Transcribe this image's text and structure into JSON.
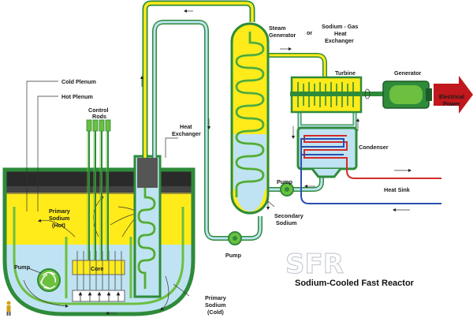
{
  "colors": {
    "green_dark": "#2e8b3a",
    "green": "#6cbf3f",
    "yellow": "#ffeb1a",
    "light_blue": "#bfe3f2",
    "hot_line": "#d42a2a",
    "cold_line": "#2a4fb0",
    "arrow_red": "#c0181c"
  },
  "labels": {
    "cold_plenum": "Cold Plenum",
    "hot_plenum": "Hot Plenum",
    "control_rods_1": "Control",
    "control_rods_2": "Rods",
    "heat_exchanger_1": "Heat",
    "heat_exchanger_2": "Exchanger",
    "steam_generator_1": "Steam",
    "steam_generator_2": "Generator",
    "or": "or",
    "sodium_gas_1": "Sodium - Gas",
    "sodium_gas_2": "Heat",
    "sodium_gas_3": "Exchanger",
    "turbine": "Turbine",
    "generator": "Generator",
    "electrical_power_1": "Electrical",
    "electrical_power_2": "Power",
    "condenser": "Condenser",
    "heat_sink": "Heat Sink",
    "primary_sodium_hot_1": "Primary",
    "primary_sodium_hot_2": "Sodium",
    "primary_sodium_hot_3": "(Hot)",
    "pump_vessel": "Pump",
    "core": "Core",
    "pump_secondary": "Pump",
    "pump_steam": "Pump",
    "secondary_sodium_1": "Secondary",
    "secondary_sodium_2": "Sodium",
    "primary_sodium_cold_1": "Primary",
    "primary_sodium_cold_2": "Sodium",
    "primary_sodium_cold_3": "(Cold)",
    "sfr_logo": "SFR",
    "title": "Sodium-Cooled Fast Reactor"
  },
  "icons": [
    "pump-icon",
    "turbine-icon",
    "generator-icon",
    "arrow-icon"
  ]
}
